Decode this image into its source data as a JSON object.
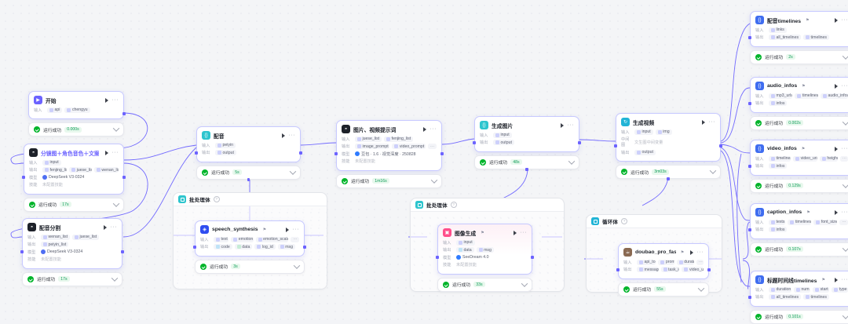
{
  "canvas": {
    "label": "workflow-canvas",
    "edge_color": "#6c63ff",
    "background": "#f4f5f7",
    "status_ok_color": "#00b42a",
    "duration_color": "#0f9d58"
  },
  "labels": {
    "input": "输入",
    "output": "输出",
    "model": "模型",
    "skill": "技能",
    "mid": "中间图",
    "status_ok": "运行成功",
    "not_configured": "未配置技能",
    "mid_value": "文生图中间变量"
  },
  "groups": [
    {
      "title": "批处理体",
      "icon": "batch-icon"
    },
    {
      "title": "批处理体",
      "icon": "batch-icon"
    },
    {
      "title": "循环体",
      "icon": "loop-icon"
    }
  ],
  "nodes": {
    "start": {
      "title": "开始",
      "icon": "start-icon",
      "icon_color": "#6c63ff",
      "inputs": [
        "api",
        "chengyu"
      ],
      "duration": "0.000s"
    },
    "fenjingtu": {
      "title": "分镜图＋角色音色＋文案",
      "icon": "llm-icon",
      "icon_color": "#1d2129",
      "inputs": [
        "input"
      ],
      "outputs": [
        "fenjing_list",
        "juese_list",
        "wenan_list"
      ],
      "model": "DeepSeek V3-0324",
      "skill": "未配置技能",
      "duration": "17s"
    },
    "peiyin_fenge": {
      "title": "配音分割",
      "icon": "llm-icon",
      "icon_color": "#1d2129",
      "inputs": [
        "wenan_list",
        "juese_list"
      ],
      "outputs": [
        "peiyin_list"
      ],
      "model": "DeepSeek V3-0324",
      "skill": "未配置技能",
      "duration": "17s"
    },
    "peiyin": {
      "title": "配音",
      "icon": "code-icon",
      "icon_color": "#2ec5ce",
      "inputs": [
        "peiyin"
      ],
      "outputs": [
        "output"
      ],
      "duration": "5s"
    },
    "speech_synthesis": {
      "title": "speech_synthesis",
      "icon": "plugin-icon",
      "icon_color": "#2f4df0",
      "inputs": [
        "text",
        "emotion",
        "emotion_scale"
      ],
      "outputs": [
        "code",
        "data",
        "log_id",
        "msg"
      ],
      "duration": "3s"
    },
    "prompts": {
      "title": "图片、视频提示词",
      "icon": "llm-icon",
      "icon_color": "#1d2129",
      "inputs": [
        "juese_list",
        "fenjing_list"
      ],
      "outputs": [
        "image_prompt",
        "video_prompt"
      ],
      "model": "豆包 · 1.6 · 视觉深度 · 250828",
      "skill": "未配置技能",
      "duration": "1m16s"
    },
    "gen_image": {
      "title": "生成图片",
      "icon": "code-icon",
      "icon_color": "#2ec5ce",
      "inputs": [
        "input"
      ],
      "outputs": [
        "output"
      ],
      "duration": "48s"
    },
    "image_gen": {
      "title": "图像生成",
      "icon": "image-icon",
      "icon_color": "#ff4f8b",
      "inputs": [
        "input"
      ],
      "outputs": [
        "data",
        "msg"
      ],
      "model": "SeeDream 4.0",
      "skill": "未配置技能",
      "duration": "33s"
    },
    "gen_video": {
      "title": "生成视频",
      "icon": "loop-icon",
      "icon_color": "#22b4d6",
      "inputs": [
        "input",
        "img"
      ],
      "mid": "文生图中间变量",
      "outputs": [
        "output"
      ],
      "duration": "3m03s"
    },
    "doubao_pro_fast": {
      "title": "doubao_pro_fast",
      "icon": "plugin-icon",
      "icon_color": "#8a6a52",
      "inputs": [
        "api_token",
        "prompt",
        "duration"
      ],
      "outputs": [
        "message",
        "task_id",
        "video_url"
      ],
      "duration": "55s"
    },
    "peiyin_timelines": {
      "title": "配音timelines",
      "icon": "code2-icon",
      "icon_color": "#3f6df0",
      "inputs": [
        "links"
      ],
      "outputs": [
        "all_timelines",
        "timelines"
      ],
      "duration": "2s"
    },
    "audio_infos": {
      "title": "audio_infos",
      "icon": "code2-icon",
      "icon_color": "#3f6df0",
      "inputs": [
        "mp3_urls",
        "timelines",
        "audio_infos"
      ],
      "outputs": [
        "infos"
      ],
      "duration": "0.002s"
    },
    "video_infos": {
      "title": "video_infos",
      "icon": "code2-icon",
      "icon_color": "#3f6df0",
      "inputs": [
        "timelines",
        "video_urls",
        "height"
      ],
      "outputs": [
        "infos"
      ],
      "duration": "0.129s"
    },
    "caption_infos": {
      "title": "caption_infos",
      "icon": "code2-icon",
      "icon_color": "#3f6df0",
      "inputs": [
        "texts",
        "timelines",
        "font_size"
      ],
      "outputs": [
        "infos"
      ],
      "duration": "0.107s"
    },
    "title_timelines": {
      "title": "标题时间线timelines",
      "icon": "code2-icon",
      "icon_color": "#3f6df0",
      "inputs": [
        "duration",
        "num",
        "start",
        "type"
      ],
      "outputs": [
        "all_timelines",
        "timelines"
      ],
      "duration": "0.101s"
    }
  }
}
